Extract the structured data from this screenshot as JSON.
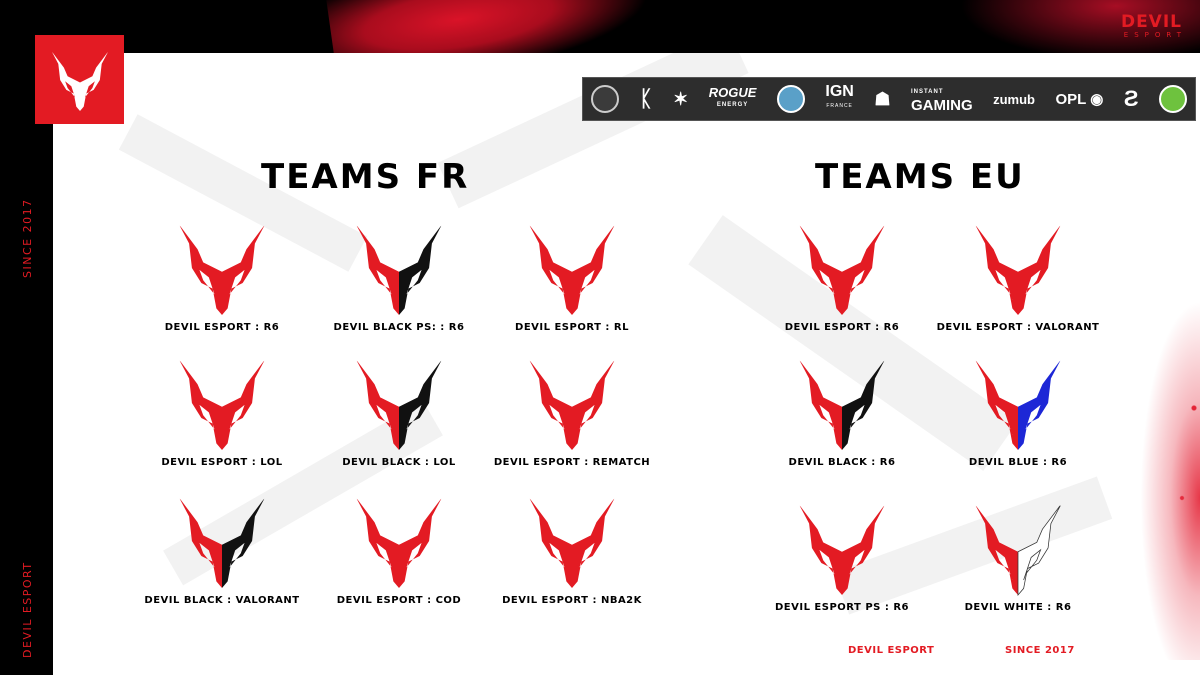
{
  "brand": {
    "name": "DEVIL",
    "sub": "ESPORT"
  },
  "side": {
    "since": "SINCE 2017",
    "name": "DEVIL ESPORT"
  },
  "sponsors": {
    "rogue": "ROGUE",
    "rogue_sub": "ENERGY",
    "ign": "IGN",
    "ign_sub": "FRANCE",
    "instant_top": "INSTANT",
    "instant": "GAMING",
    "zumub": "zumub",
    "opl": "OPL"
  },
  "sections": {
    "fr_title": "TEAMS FR",
    "eu_title": "TEAMS EU"
  },
  "teams_fr": [
    {
      "label": "DEVIL ESPORT : R6",
      "variant": "red"
    },
    {
      "label": "DEVIL BLACK PS: : R6",
      "variant": "black"
    },
    {
      "label": "DEVIL ESPORT : RL",
      "variant": "red"
    },
    {
      "label": "DEVIL ESPORT : LOL",
      "variant": "red"
    },
    {
      "label": "DEVIL BLACK : LOL",
      "variant": "black"
    },
    {
      "label": "DEVIL ESPORT : REMATCH",
      "variant": "red"
    },
    {
      "label": "DEVIL BLACK : VALORANT",
      "variant": "black"
    },
    {
      "label": "DEVIL ESPORT : COD",
      "variant": "red"
    },
    {
      "label": "DEVIL ESPORT : NBA2K",
      "variant": "red"
    }
  ],
  "teams_eu": [
    {
      "label": "DEVIL  ESPORT : R6",
      "variant": "red"
    },
    {
      "label": "DEVIL ESPORT : VALORANT",
      "variant": "red"
    },
    {
      "label": "DEVIL BLACK : R6",
      "variant": "black"
    },
    {
      "label": "DEVIL BLUE : R6",
      "variant": "blue"
    },
    {
      "label": "DEVIL ESPORT PS : R6",
      "variant": "red"
    },
    {
      "label": "DEVIL WHITE : R6",
      "variant": "white"
    }
  ],
  "footer": {
    "left": "DEVIL ESPORT",
    "right": "SINCE 2017"
  },
  "colors": {
    "red": "#e31b23",
    "black": "#111111",
    "blue": "#1d27d6",
    "white": "#ffffff"
  }
}
